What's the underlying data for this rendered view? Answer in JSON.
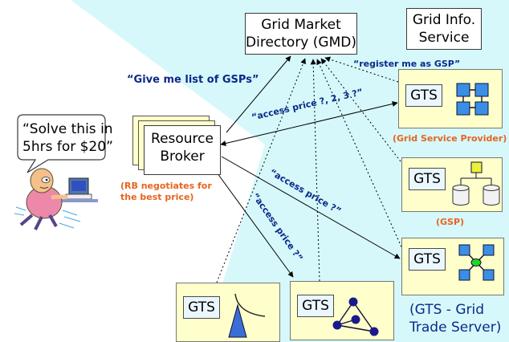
{
  "gmd": {
    "line1": "Grid Market",
    "line2": "Directory (GMD)"
  },
  "gis": {
    "line1": "Grid Info.",
    "line2": "Service"
  },
  "user_speech": {
    "line1": "“Solve this in",
    "line2": "5hrs for $20”"
  },
  "broker": {
    "line1": "Resource",
    "line2": "Broker"
  },
  "broker_note": {
    "line1": "(RB negotiates for",
    "line2": "the best price)"
  },
  "msg_list": "“Give me list of GSPs”",
  "msg_register": "“register me as GSP”",
  "msg_access_123": "“access price ?, 2, 3 ?”",
  "msg_access_mid": "“access price ?”",
  "msg_access_low": "“access price ?”",
  "gts_label": "GTS",
  "gsp_label": "(Grid Service Provider)",
  "gsp_short": "(GSP)",
  "gts_full": {
    "line1": "(GTS - Grid",
    "line2": "Trade Server)"
  },
  "colors": {
    "background_band": "#d6f8fa",
    "node_panel": "#ffffcc",
    "message_blue": "#0a2a8a",
    "note_orange": "#e8641e",
    "gts_box": "#eaf7ff",
    "icon_blue": "#3a8ee6",
    "icon_yellow": "#ecf03a",
    "icon_green": "#20d820",
    "icon_navy": "#1a1a8a",
    "cylinder": "#f2f2f2"
  },
  "icons": {
    "gsp1": "block-diagram-icon",
    "gsp2": "database-cylinders-icon",
    "gsp3": "network-hub-icon",
    "bottom_left": "antenna-dish-icon",
    "bottom_mid": "network-graph-icon",
    "user": "user-at-computer-icon"
  }
}
